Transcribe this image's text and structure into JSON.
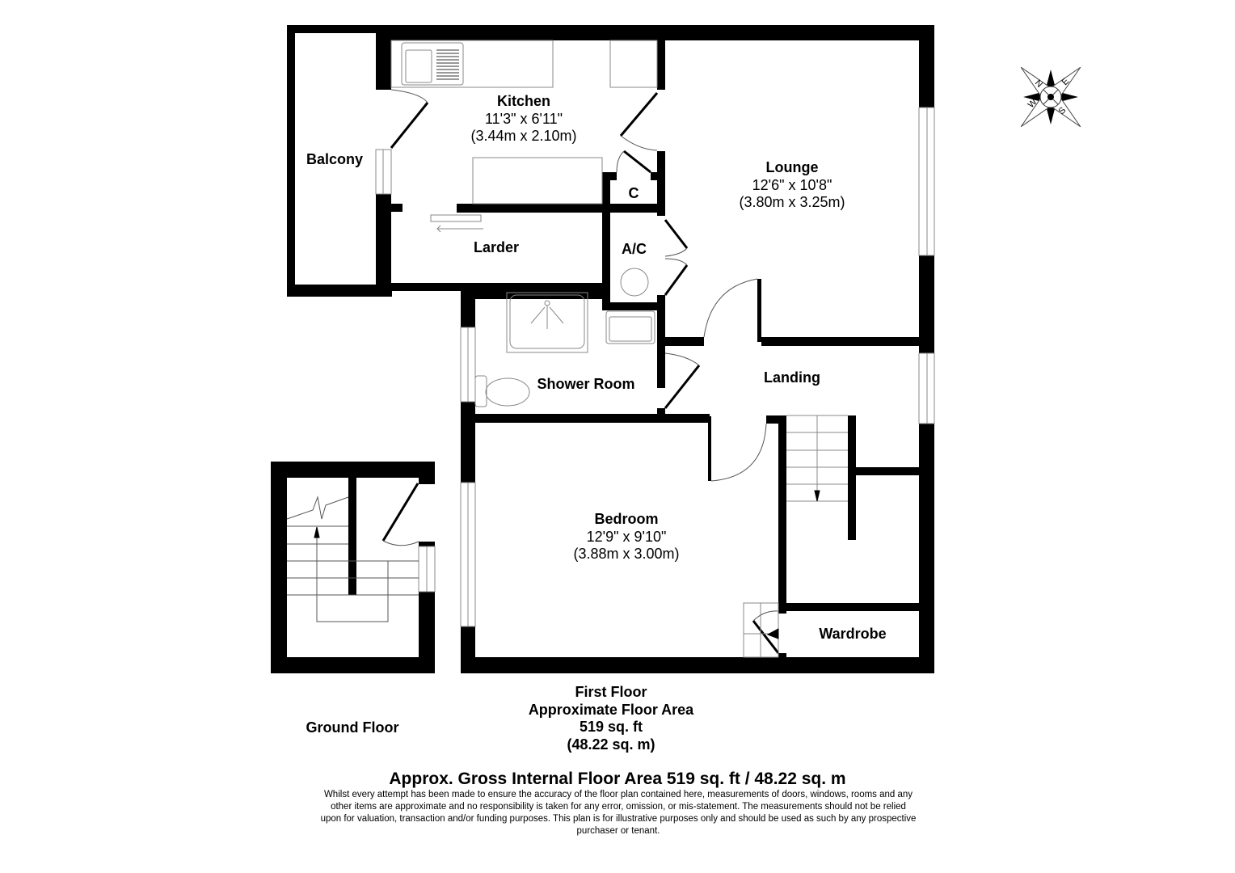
{
  "rooms": {
    "kitchen": {
      "name": "Kitchen",
      "dim_imperial": "11'3\" x 6'11\"",
      "dim_metric": "(3.44m x 2.10m)"
    },
    "lounge": {
      "name": "Lounge",
      "dim_imperial": "12'6\" x 10'8\"",
      "dim_metric": "(3.80m x 3.25m)"
    },
    "bedroom": {
      "name": "Bedroom",
      "dim_imperial": "12'9\" x 9'10\"",
      "dim_metric": "(3.88m x 3.00m)"
    },
    "balcony": {
      "name": "Balcony"
    },
    "larder": {
      "name": "Larder"
    },
    "cupboard": {
      "name": "C"
    },
    "airing_cupboard": {
      "name": "A/C"
    },
    "shower_room": {
      "name": "Shower Room"
    },
    "landing": {
      "name": "Landing"
    },
    "wardrobe": {
      "name": "Wardrobe"
    }
  },
  "compass": {
    "icon": "compass-rose-icon",
    "labels": [
      "N",
      "E",
      "S",
      "W"
    ]
  },
  "floors": {
    "first": {
      "title": "First Floor",
      "subtitle": "Approximate Floor Area",
      "area_sqft": "519 sq. ft",
      "area_sqm": "(48.22 sq. m)"
    },
    "ground": {
      "title": "Ground Floor"
    }
  },
  "gross_area": "Approx. Gross Internal Floor Area 519 sq. ft / 48.22 sq. m",
  "disclaimer": "Whilst every attempt has been made to ensure the accuracy of the floor plan contained here, measurements of doors, windows, rooms and any other items are approximate and no responsibility is taken for any error, omission, or mis-statement. The measurements should not be relied upon for valuation, transaction and/or funding purposes. This plan is for illustrative purposes only and should be used as such by any prospective purchaser or tenant."
}
